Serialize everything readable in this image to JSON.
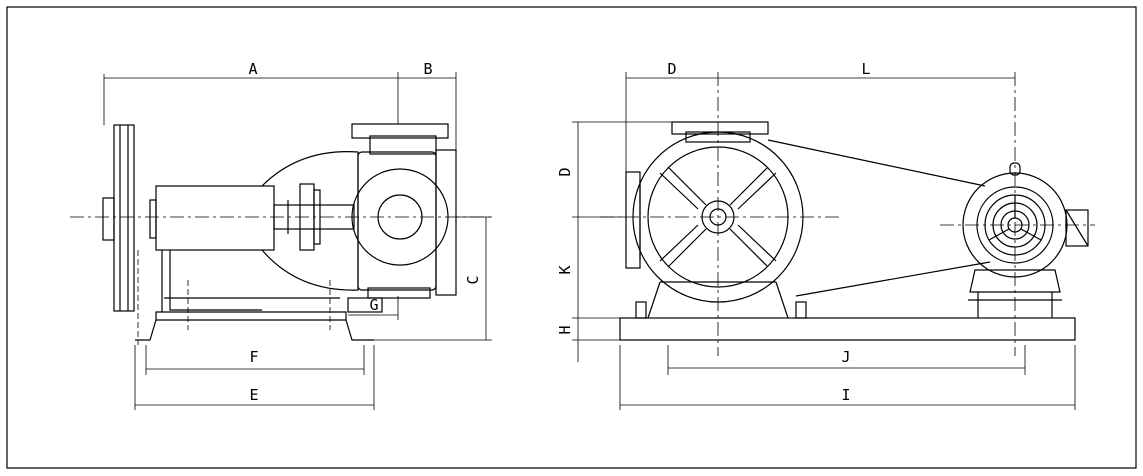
{
  "labels": {
    "A": "A",
    "B": "B",
    "C": "C",
    "D": "D",
    "E": "E",
    "F": "F",
    "G": "G",
    "H": "H",
    "I": "I",
    "J": "J",
    "K": "K",
    "L": "L"
  },
  "colors": {
    "line": "#000000",
    "background": "#ffffff"
  }
}
